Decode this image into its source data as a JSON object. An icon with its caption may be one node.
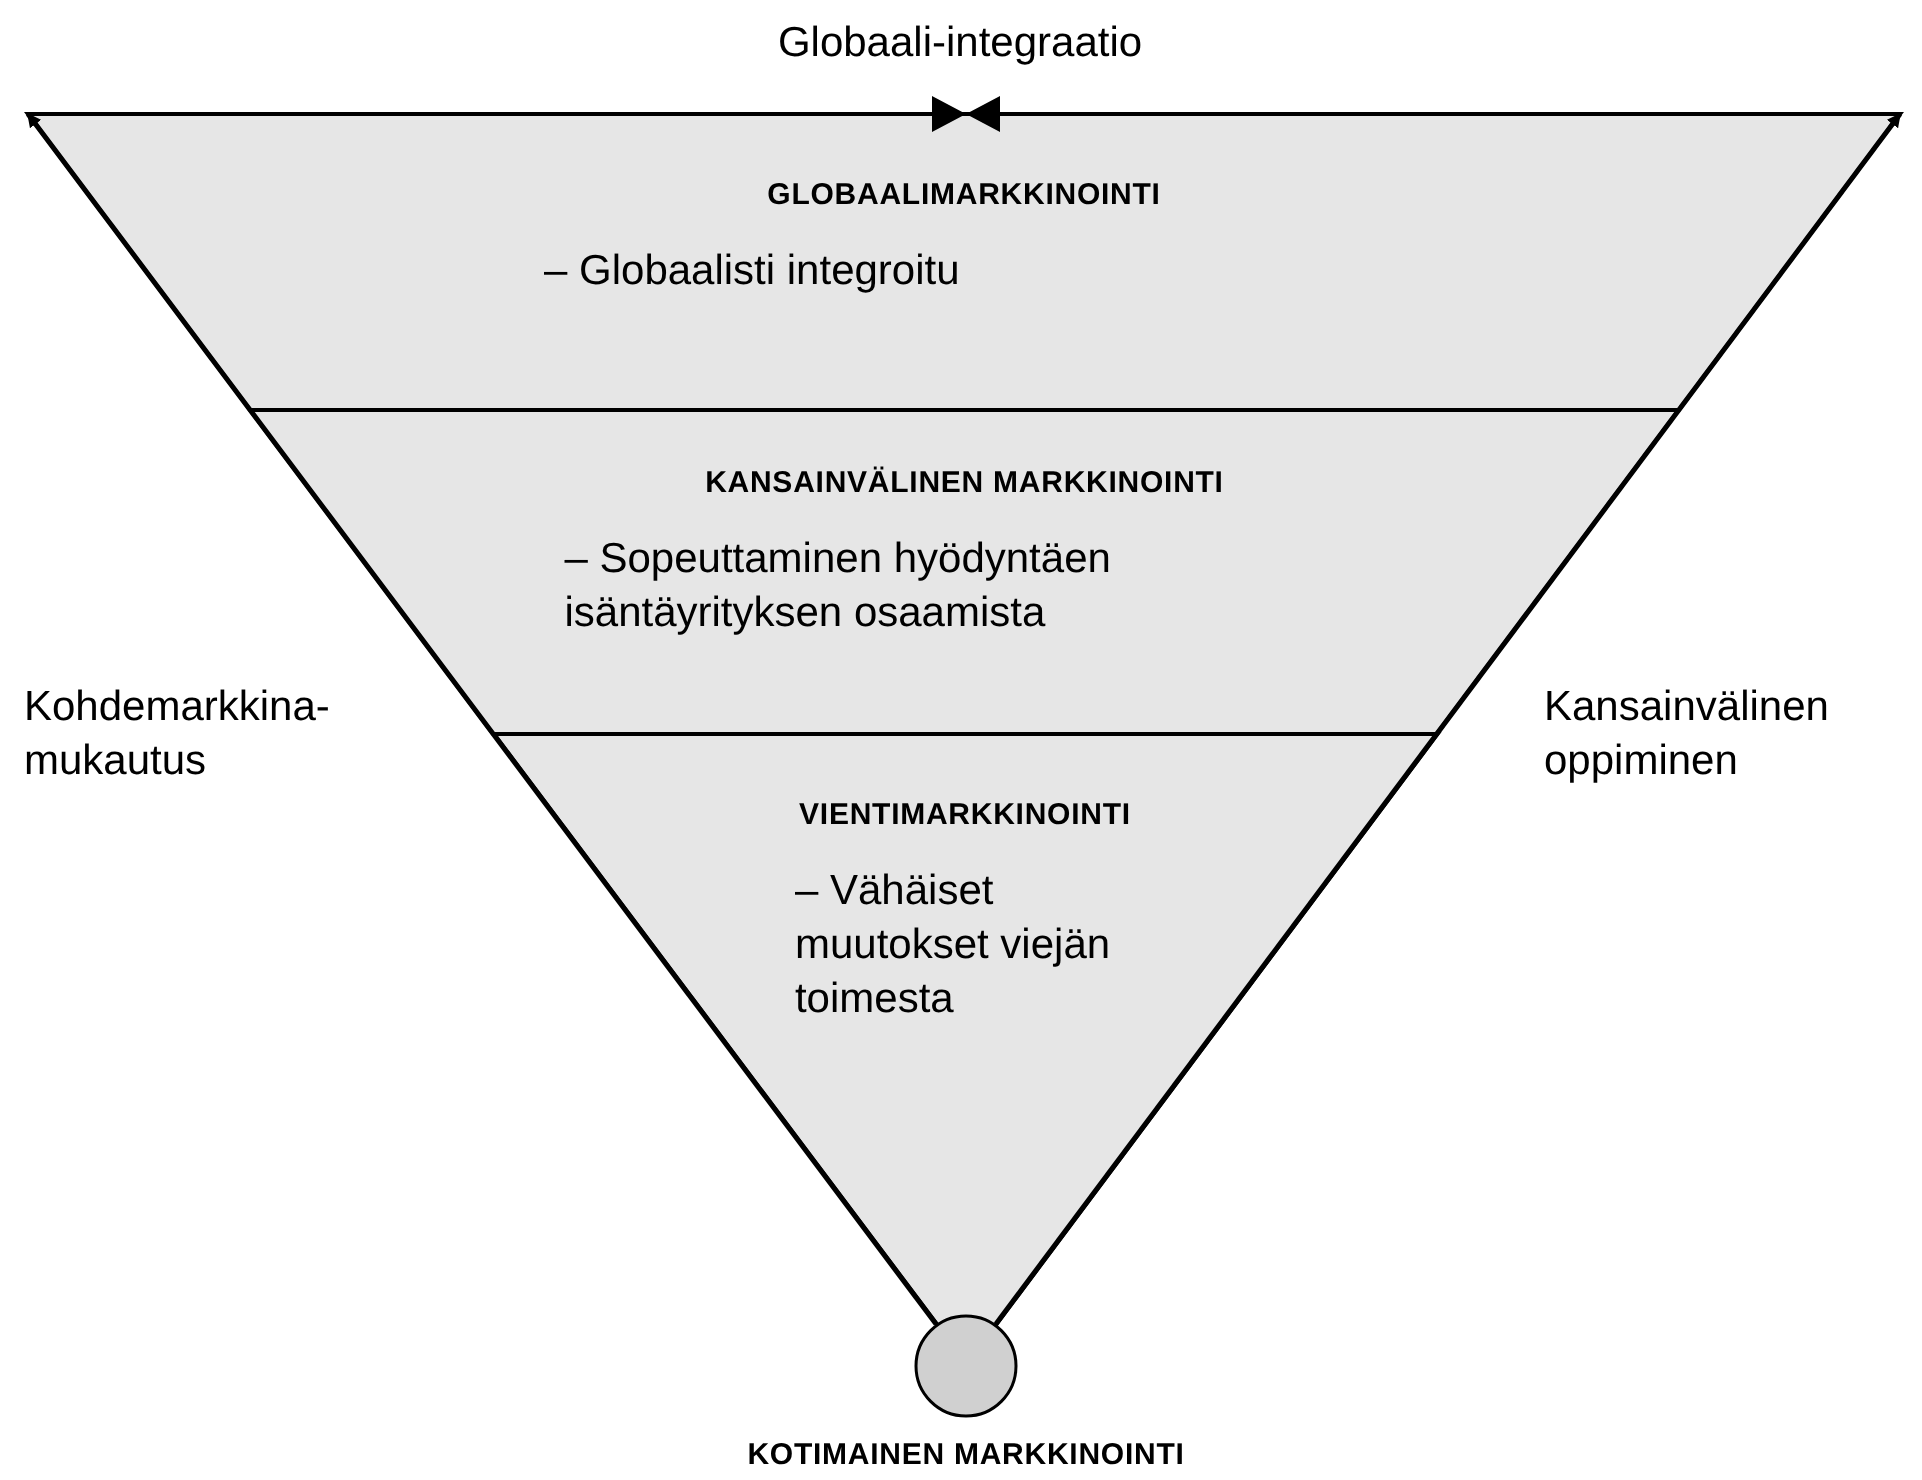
{
  "diagram": {
    "nodes": [
      {
        "text": [
          "GLOBAALIMARKKINOINTI",
          "– Globaalisti integroitu"
        ]
      },
      {
        "text": [
          "KANSAINVÄLINEN MARKKINOINTI",
          "– Sopeuttaminen hyödyntäen isäntäyrityksen osaamista"
        ]
      },
      {
        "text": [
          "VIENTIMARKKINOINTI",
          "– Vähäiset muutokset viejän toimesta"
        ]
      },
      {
        "text": [
          "KOTIMAINEN MARKKINOINTI"
        ]
      }
    ],
    "edges": [
      {
        "from": 3,
        "to": 0,
        "arrow": "to",
        "label": "Kohdemarkkina-mukautus"
      },
      {
        "from": 3,
        "to": 0,
        "arrow": "to",
        "label": "Kansainvälinen oppiminen"
      }
    ],
    "labels": [
      "Globaali-integraatio"
    ]
  }
}
